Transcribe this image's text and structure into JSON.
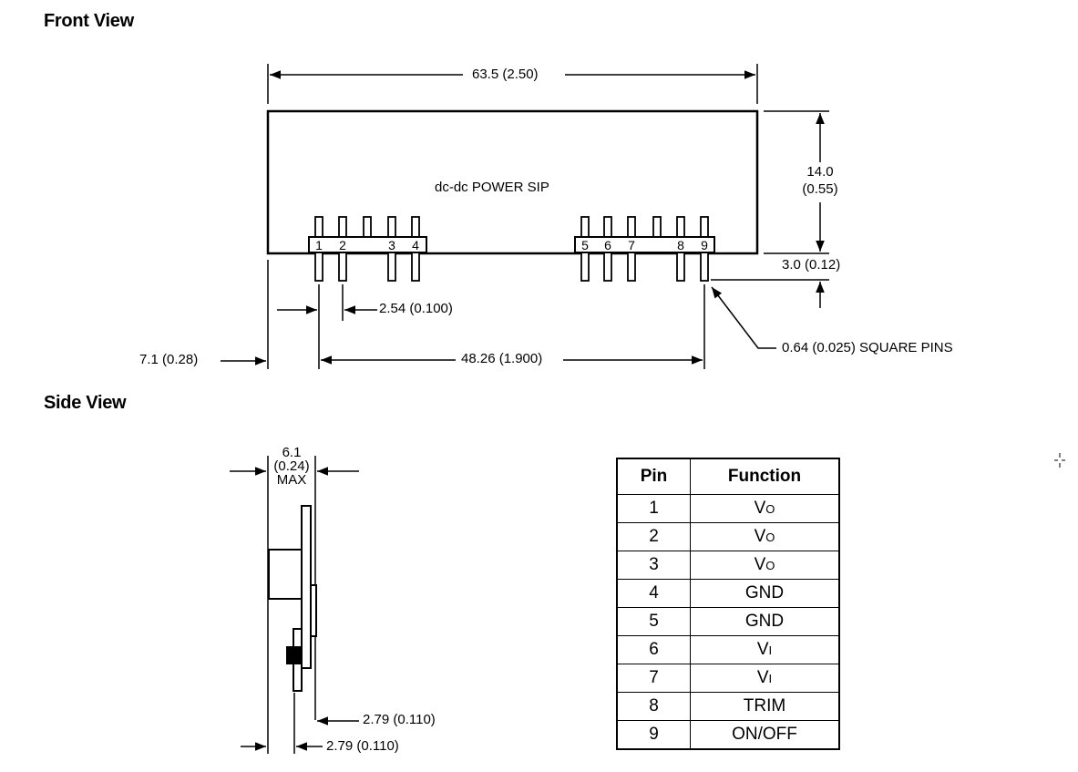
{
  "front_view": {
    "heading": "Front View",
    "module_label": "dc-dc POWER SIP",
    "dim_length": "63.5 (2.50)",
    "dim_height": "14.0",
    "dim_height_in": "(0.55)",
    "dim_pin_length": "3.0 (0.12)",
    "dim_pitch": "2.54 (0.100)",
    "dim_offset": "7.1 (0.28)",
    "dim_span": "48.26 (1.900)",
    "pin_note": "0.64 (0.025) SQUARE PINS",
    "pin_numbers_left": [
      "1",
      "2",
      "3",
      "4"
    ],
    "pin_numbers_right": [
      "5",
      "6",
      "7",
      "8",
      "9"
    ]
  },
  "side_view": {
    "heading": "Side View",
    "dim_width": "6.1",
    "dim_width_in": "(0.24)",
    "dim_width_max": "MAX",
    "dim_a": "2.79 (0.110)",
    "dim_b": "2.79 (0.110)"
  },
  "pin_table": {
    "headers": [
      "Pin",
      "Function"
    ],
    "rows": [
      {
        "pin": "1",
        "fn": "V",
        "sub": "O"
      },
      {
        "pin": "2",
        "fn": "V",
        "sub": "O"
      },
      {
        "pin": "3",
        "fn": "V",
        "sub": "O"
      },
      {
        "pin": "4",
        "fn": "GND",
        "sub": ""
      },
      {
        "pin": "5",
        "fn": "GND",
        "sub": ""
      },
      {
        "pin": "6",
        "fn": "V",
        "sub": "I"
      },
      {
        "pin": "7",
        "fn": "V",
        "sub": "I"
      },
      {
        "pin": "8",
        "fn": "TRIM",
        "sub": ""
      },
      {
        "pin": "9",
        "fn": "ON/OFF",
        "sub": ""
      }
    ]
  }
}
